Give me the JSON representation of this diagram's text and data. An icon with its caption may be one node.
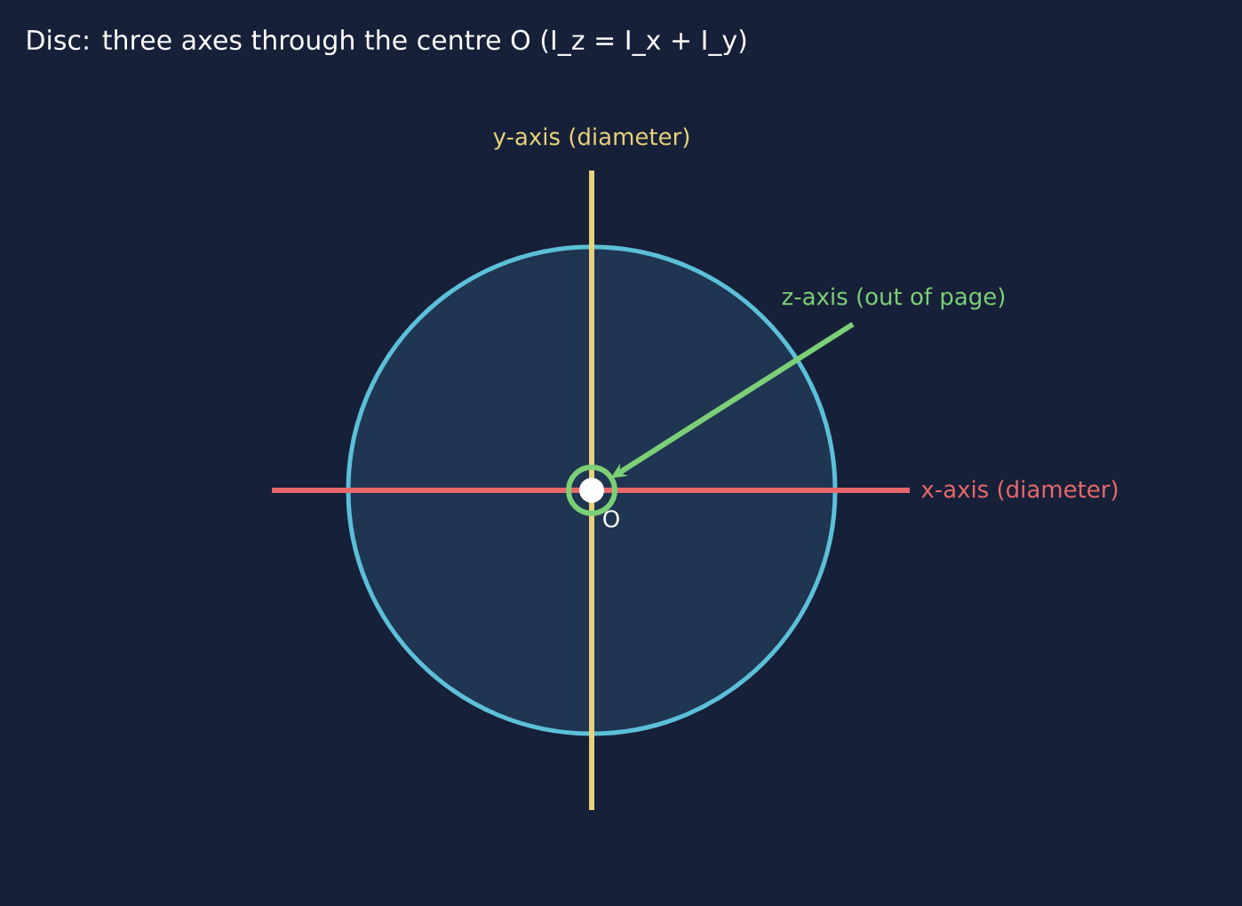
{
  "diagram": {
    "title": "Disc: three axes through the centre O  (I_z = I_x + I_y)",
    "nodes": [
      {
        "text": [],
        "shape": "circle"
      },
      {
        "text": [
          "z-axis (out of page)"
        ]
      },
      {
        "text": [],
        "shape": "circle",
        "in": 0
      }
    ],
    "edges": [
      {
        "from": 1,
        "to": 2,
        "arrow": "to"
      }
    ],
    "labels": [
      "y-axis (diameter)",
      "x-axis (diameter)",
      "O"
    ]
  }
}
